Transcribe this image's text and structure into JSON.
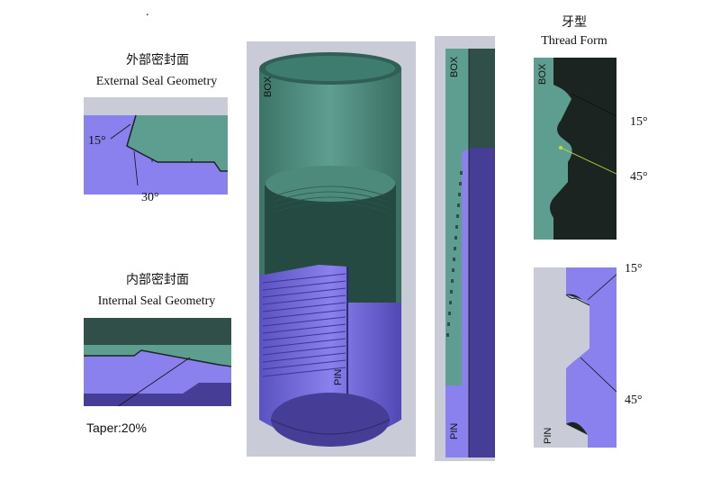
{
  "dot": ".",
  "external_seal": {
    "title_cn": "外部密封面",
    "title_en": "External Seal Geometry",
    "angle_top": "15°",
    "angle_bottom": "30°"
  },
  "internal_seal": {
    "title_cn": "内部密封面",
    "title_en": "Internal Seal Geometry",
    "taper": "Taper:20%"
  },
  "center_render": {
    "box_label": "BOX",
    "pin_label": "PIN"
  },
  "section_view": {
    "box_label": "BOX",
    "pin_label": "PIN"
  },
  "thread_form": {
    "title_cn": "牙型",
    "title_en": "Thread Form",
    "box_label": "BOX",
    "box_angle_1": "15°",
    "box_angle_2": "45°",
    "pin_label": "PIN",
    "pin_angle_1": "15°",
    "pin_angle_2": "45°"
  },
  "colors": {
    "teal": "#5e9e90",
    "teal_dark": "#2f4f48",
    "purple": "#8a80ee",
    "purple_dark": "#463e96",
    "gray_bg": "#c9ccd6",
    "black": "#1c2422"
  }
}
